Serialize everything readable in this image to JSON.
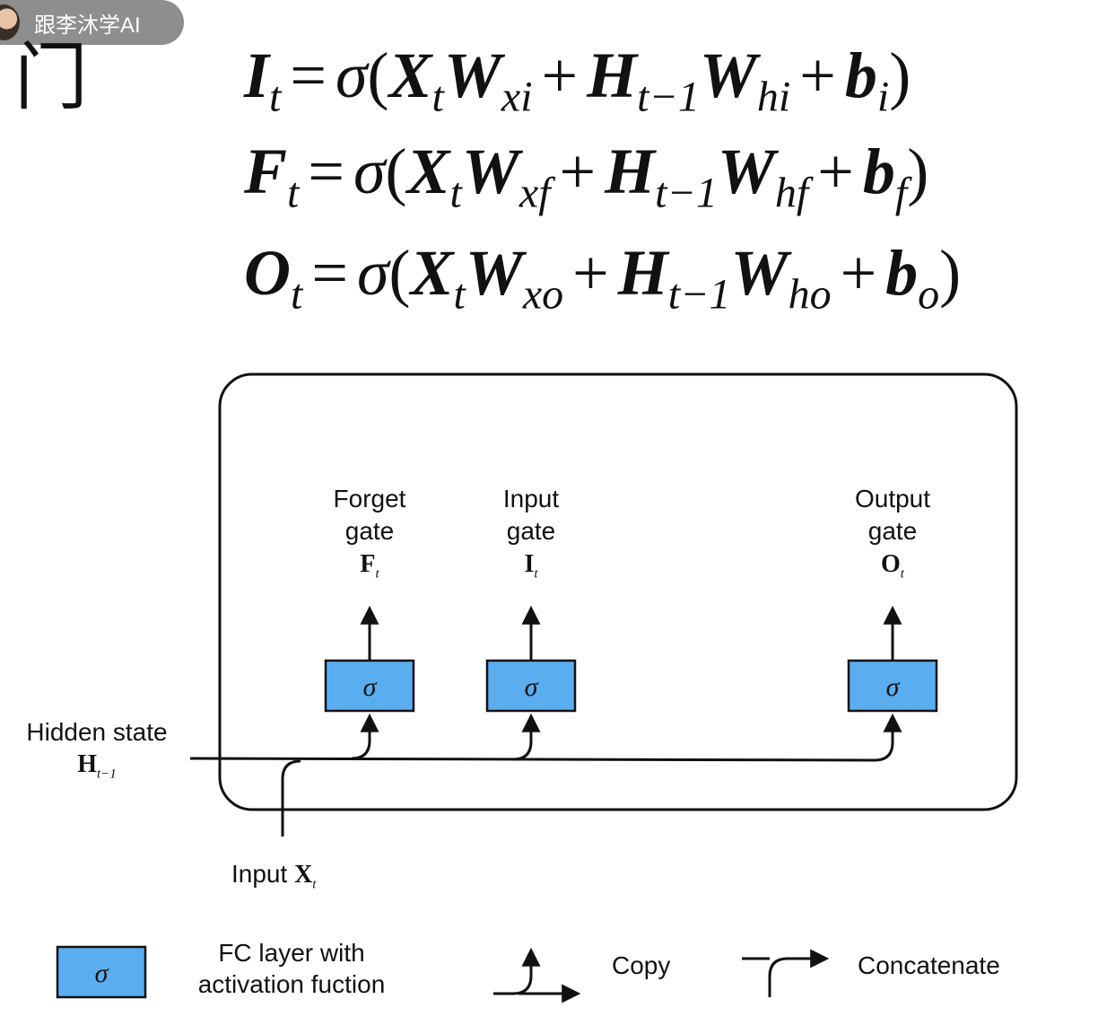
{
  "channel": {
    "name": "跟李沐学AI"
  },
  "section_title": "门",
  "equations": [
    {
      "lhs": "I",
      "lhs_sub": "t",
      "sigma": "σ",
      "x": "X",
      "x_sub": "t",
      "w1": "W",
      "w1_sub": "xi",
      "h": "H",
      "h_sub": "t−1",
      "w2": "W",
      "w2_sub": "hi",
      "b": "b",
      "b_sub": "i"
    },
    {
      "lhs": "F",
      "lhs_sub": "t",
      "sigma": "σ",
      "x": "X",
      "x_sub": "t",
      "w1": "W",
      "w1_sub": "xf",
      "h": "H",
      "h_sub": "t−1",
      "w2": "W",
      "w2_sub": "hf",
      "b": "b",
      "b_sub": "f"
    },
    {
      "lhs": "O",
      "lhs_sub": "t",
      "sigma": "σ",
      "x": "X",
      "x_sub": "t",
      "w1": "W",
      "w1_sub": "xo",
      "h": "H",
      "h_sub": "t−1",
      "w2": "W",
      "w2_sub": "ho",
      "b": "b",
      "b_sub": "o"
    }
  ],
  "diagram": {
    "gates": [
      {
        "line1": "Forget",
        "line2": "gate",
        "var": "F",
        "var_sub": "t",
        "box_label": "σ"
      },
      {
        "line1": "Input",
        "line2": "gate",
        "var": "I",
        "var_sub": "t",
        "box_label": "σ"
      },
      {
        "line1": "Output",
        "line2": "gate",
        "var": "O",
        "var_sub": "t",
        "box_label": "σ"
      }
    ],
    "hidden_state": {
      "label": "Hidden state",
      "var": "H",
      "var_sub": "t−1"
    },
    "input": {
      "label": "Input",
      "var": "X",
      "var_sub": "t"
    }
  },
  "legend": {
    "fc": {
      "box_label": "σ",
      "line1": "FC layer with",
      "line2": "activation fuction"
    },
    "copy": {
      "label": "Copy"
    },
    "concat": {
      "label": "Concatenate"
    }
  },
  "colors": {
    "gate_fill": "#5aaef0",
    "stroke": "#111111",
    "pill": "#8e8e8e"
  }
}
